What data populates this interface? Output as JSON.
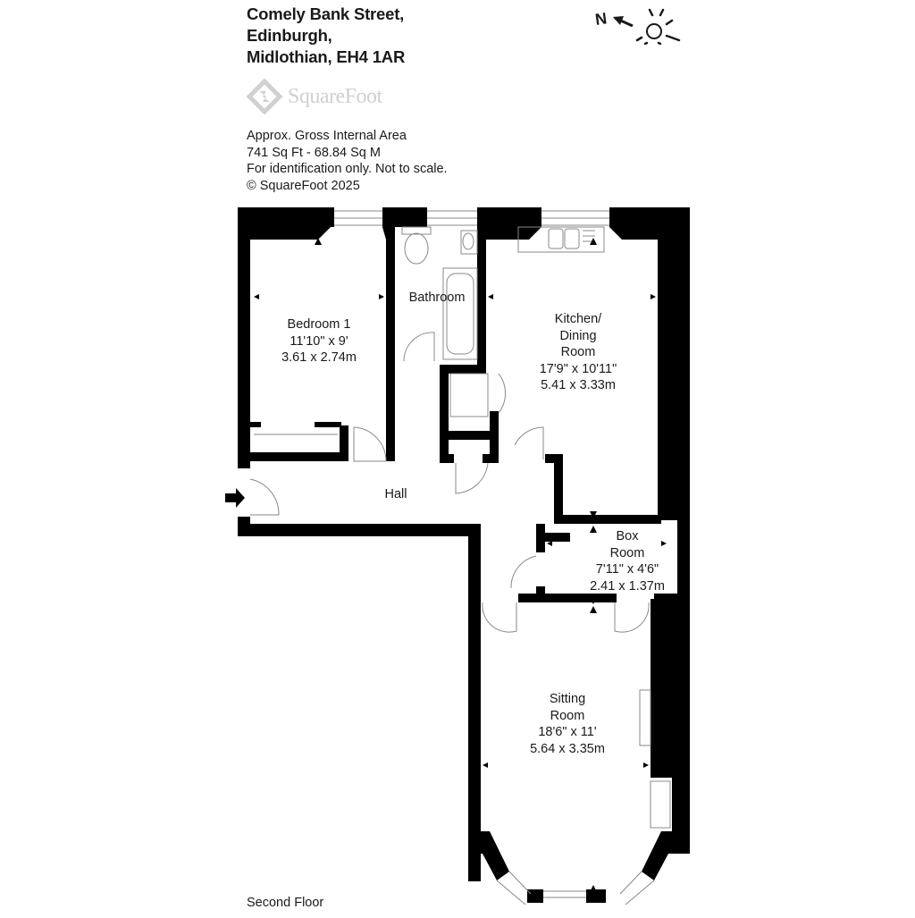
{
  "header": {
    "address_lines": [
      "Comely Bank Street,",
      "Edinburgh,",
      "Midlothian, EH4 1AR"
    ],
    "logo_text": "SquareFoot",
    "info_lines": [
      "Approx. Gross Internal Area",
      "741 Sq Ft  -  68.84 Sq M",
      "For identification only. Not to scale.",
      "© SquareFoot 2025"
    ]
  },
  "compass": {
    "north_label": "N",
    "icon": "sun-compass-icon"
  },
  "rooms": {
    "bedroom1": {
      "name": "Bedroom 1",
      "imperial": "11'10\" x 9'",
      "metric": "3.61 x 2.74m"
    },
    "bathroom": {
      "name": "Bathroom"
    },
    "kitchen": {
      "name_line1": "Kitchen/",
      "name_line2": "Dining",
      "name_line3": "Room",
      "imperial": "17'9\" x 10'11\"",
      "metric": "5.41 x 3.33m"
    },
    "hall": {
      "name": "Hall"
    },
    "box_room": {
      "name_line1": "Box",
      "name_line2": "Room",
      "imperial": "7'11\" x 4'6\"",
      "metric": "2.41 x 1.37m"
    },
    "sitting_room": {
      "name_line1": "Sitting",
      "name_line2": "Room",
      "imperial": "18'6\" x 11'",
      "metric": "5.64 x 3.35m"
    }
  },
  "footer": {
    "floor_label": "Second Floor"
  },
  "colors": {
    "wall": "#000000",
    "logo": "#d0d0d0",
    "text": "#1a1a1a"
  }
}
